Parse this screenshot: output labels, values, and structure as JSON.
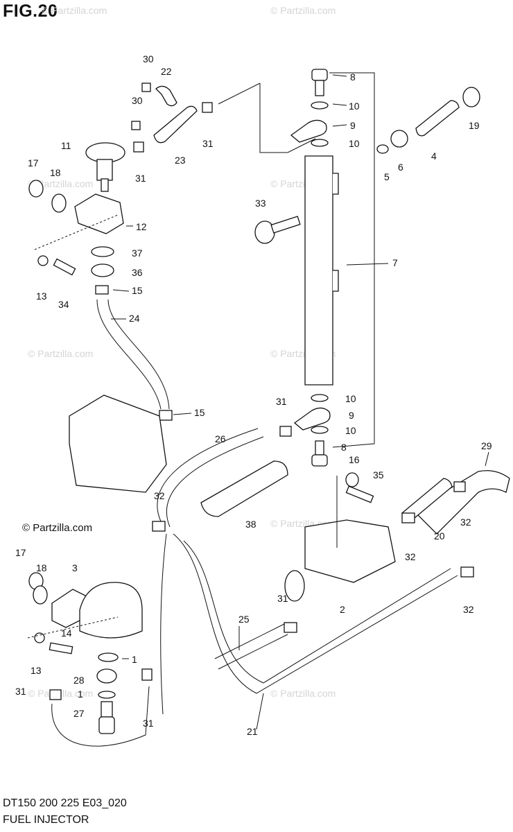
{
  "figure": {
    "title": "FIG.20",
    "model_code": "DT150 200 225 E03_020",
    "section_name": "FUEL INJECTOR"
  },
  "watermark": {
    "text": "© Partzilla.com",
    "color": "#d4d4d4"
  },
  "callouts": {
    "c30a": "30",
    "c22": "22",
    "c30b": "30",
    "c11": "11",
    "c31a": "31",
    "c23": "23",
    "c31b": "31",
    "c17a": "17",
    "c18a": "18",
    "c12": "12",
    "c37": "37",
    "c36": "36",
    "c13a": "13",
    "c34": "34",
    "c15a": "15",
    "c24": "24",
    "c15b": "15",
    "c8a": "8",
    "c10a": "10",
    "c9a": "9",
    "c10b": "10",
    "c19": "19",
    "c4": "4",
    "c5": "5",
    "c6": "6",
    "c33": "33",
    "c7": "7",
    "c31c": "31",
    "c10c": "10",
    "c9b": "9",
    "c10d": "10",
    "c8b": "8",
    "c26": "26",
    "c16": "16",
    "c35": "35",
    "c29": "29",
    "c38": "38",
    "c32a": "32",
    "c32b": "32",
    "c20": "20",
    "c32c": "32",
    "c32d": "32",
    "c2": "2",
    "c31d": "31",
    "c25": "25",
    "c17b": "17",
    "c18b": "18",
    "c3": "3",
    "c14": "14",
    "c13b": "13",
    "c1a": "1",
    "c28": "28",
    "c1b": "1",
    "c31e": "31",
    "c27": "27",
    "c31f": "31",
    "c21": "21"
  }
}
